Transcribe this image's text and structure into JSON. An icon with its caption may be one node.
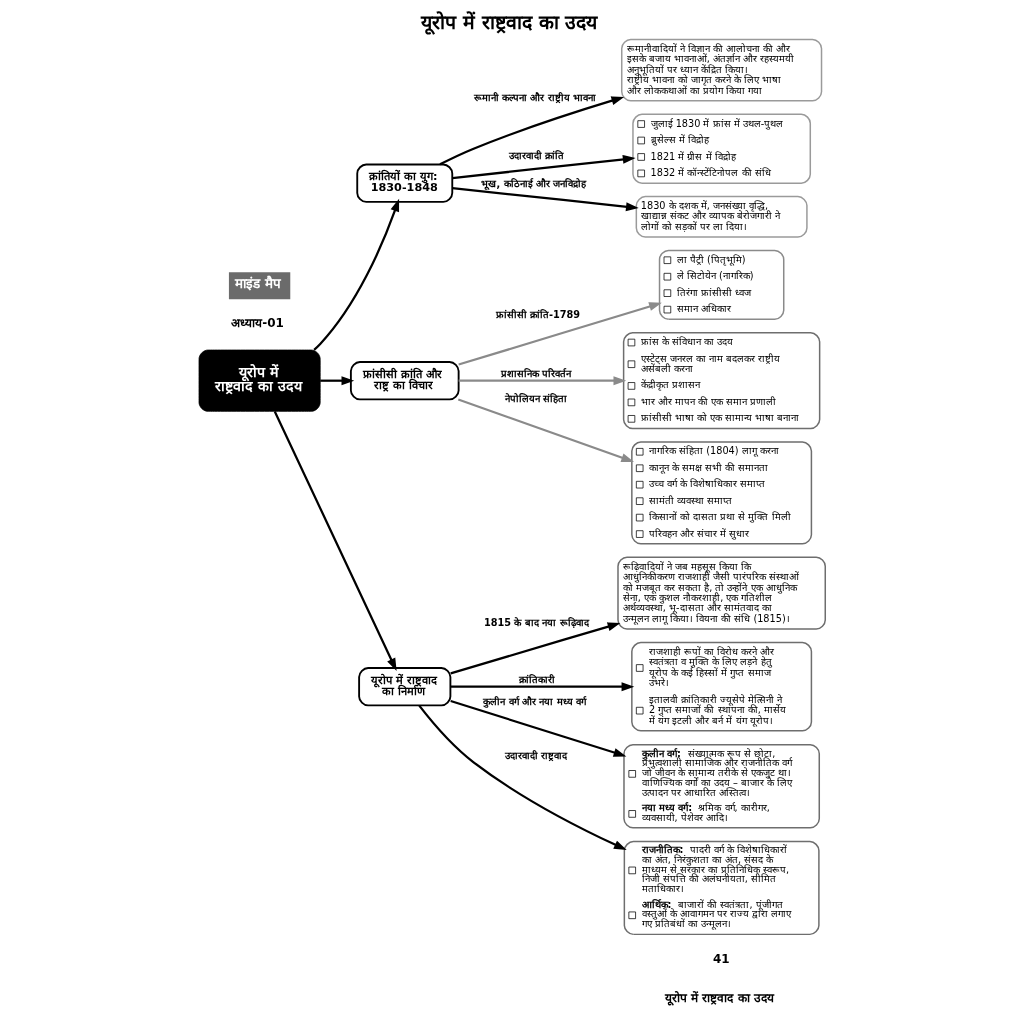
{
  "diagram": {
    "title": "यूरोप में राष्ट्रवाद का उदय",
    "nodes": [
      {
        "text": [
          "यूरोप में राष्ट्रवाद का उदय"
        ]
      },
      {
        "text": [
          "क्रांतियों का युग: 1830-1848"
        ]
      },
      {
        "text": [
          "रूमानीवादियों ने विज्ञान की आलोचना की और इसके बजाय भावनाओं, अंतर्ज्ञान और रहस्यमयी अनुभूतियों पर ध्यान केंद्रित किया। राष्ट्रीय भावना को जागृत करने के लिए भाषा और लोककथाओं का प्रयोग किया गया"
        ]
      },
      {
        "text": [
          "जुलाई 1830 में फ्रांस में उथल-पुथल",
          "ब्रुसेल्स में विद्रोह",
          "1821 में ग्रीस में विद्रोह",
          "1832 में कॉन्स्टेंटिनोपल की संधि"
        ]
      },
      {
        "text": [
          "1830 के दशक में, जनसंख्या वृद्धि, खाद्यान्न संकट और व्यापक बेरोजगारी ने लोगों को सड़कों पर ला दिया।"
        ]
      },
      {
        "text": [
          "फ्रांसीसी क्रांति और राष्ट्र का विचार"
        ]
      },
      {
        "text": [
          "ला पैट्री (पितृभूमि)",
          "ले सिटोयेन (नागरिक)",
          "तिरंगा फ्रांसीसी ध्वज",
          "समान अधिकार"
        ]
      },
      {
        "text": [
          "फ्रांस के संविधान का उदय",
          "एस्टेट्स जनरल का नाम बदलकर राष्ट्रीय असेंबली करना",
          "केंद्रीकृत प्रशासन",
          "भार और मापन की एक समान प्रणाली",
          "फ्रांसीसी भाषा को एक सामान्य भाषा बनाना"
        ]
      },
      {
        "text": [
          "नागरिक संहिता (1804) लागू करना",
          "कानून के समक्ष सभी की समानता",
          "उच्च वर्ग के विशेषाधिकार समाप्त",
          "सामंती व्यवस्था समाप्त",
          "किसानों को दासता प्रथा से मुक्ति मिली",
          "परिवहन और संचार में सुधार"
        ]
      },
      {
        "text": [
          "यूरोप में राष्ट्रवाद का निर्माण"
        ]
      },
      {
        "text": [
          "रूढ़िवादियों ने जब महसूस किया कि आधुनिकीकरण राजशाही जैसी पारंपरिक संस्थाओं को मजबूत कर सकता है, तो उन्होंने एक आधुनिक सेना, एक कुशल नौकरशाही, एक गतिशील अर्थव्यवस्था, भू-दासता और सामंतवाद का उन्मूलन लागू किया। वियना की संधि (1815)।"
        ]
      },
      {
        "text": [
          "राजशाही रूपों का विरोध करने और स्वतंत्रता व मुक्ति के लिए लड़ने हेतु यूरोप के कई हिस्सों में गुप्त समाज उभरे।",
          "इतालवी क्रांतिकारी ज्यूसेपे मेत्सिनी ने 2 गुप्त समाजों की स्थापना की, मार्सेय में यंग इटली और बर्न में यंग यूरोप।"
        ]
      },
      {
        "text": [
          "**कुलीन वर्ग:** संख्यात्मक रूप से छोटा, प्रभुत्वशाली सामाजिक और राजनीतिक वर्ग जो जीवन के सामान्य तरीके से एकजुट था। वाणिज्यिक वर्गों का उदय – बाजार के लिए उत्पादन पर आधारित अस्तित्व।",
          "**नया मध्य वर्ग:** श्रमिक वर्ग, कारीगर, व्यवसायी, पेशेवर आदि।"
        ]
      },
      {
        "text": [
          "**राजनीतिक:** पादरी वर्ग के विशेषाधिकारों का अंत, निरंकुशता का अंत, संसद के माध्यम से सरकार का प्रतिनिधिक स्वरूप, निजी संपत्ति की अलंघनीयता, सीमित मताधिकार।",
          "**आर्थिक:** बाजारों की स्वतंत्रता, पूंजीगत वस्तुओं के आवागमन पर राज्य द्वारा लगाए गए प्रतिबंधों का उन्मूलन।"
        ]
      }
    ],
    "edges": [
      {
        "from": 0,
        "to": 1,
        "arrow": "to"
      },
      {
        "from": 0,
        "to": 5,
        "arrow": "to"
      },
      {
        "from": 0,
        "to": 9,
        "arrow": "to"
      },
      {
        "from": 1,
        "to": 2,
        "arrow": "to",
        "label": "रूमानी कल्पना और राष्ट्रीय भावना"
      },
      {
        "from": 1,
        "to": 3,
        "arrow": "to",
        "label": "उदारवादी क्रांति"
      },
      {
        "from": 1,
        "to": 4,
        "arrow": "to",
        "label": "भूख, कठिनाई और जनविद्रोह"
      },
      {
        "from": 5,
        "to": 6,
        "arrow": "to",
        "label": "फ्रांसीसी क्रांति-1789",
        "color": "#8a8a8a"
      },
      {
        "from": 5,
        "to": 7,
        "arrow": "to",
        "label": "प्रशासनिक परिवर्तन",
        "color": "#8a8a8a"
      },
      {
        "from": 5,
        "to": 8,
        "arrow": "to",
        "label": "नेपोलियन संहिता",
        "color": "#8a8a8a"
      },
      {
        "from": 9,
        "to": 10,
        "arrow": "to",
        "label": "1815 के बाद नया रूढ़िवाद"
      },
      {
        "from": 9,
        "to": 11,
        "arrow": "to",
        "label": "क्रांतिकारी"
      },
      {
        "from": 9,
        "to": 12,
        "arrow": "to",
        "label": "कुलीन वर्ग और नया मध्य वर्ग"
      },
      {
        "from": 9,
        "to": 13,
        "arrow": "to",
        "label": "उदारवादी राष्ट्रवाद"
      }
    ],
    "labels": [
      "अध्याय-01",
      "माइंड मैप",
      "यूरोप में राष्ट्रवाद का उदय",
      "41"
    ]
  }
}
